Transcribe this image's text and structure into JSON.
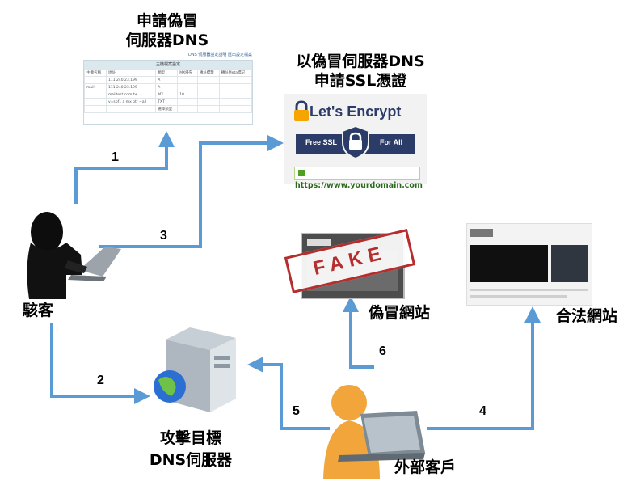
{
  "nodes": {
    "dns_forge_label": "申請偽冒\n伺服器DNS",
    "ssl_label": "以偽冒伺服器DNS\n申請SSL憑證",
    "hacker_label": "駭客",
    "target_dns_label_line1": "攻擊目標",
    "target_dns_label_line2": "DNS伺服器",
    "fake_site_label": "偽冒網站",
    "legit_site_label": "合法網站",
    "client_label": "外部客戶"
  },
  "steps": [
    "1",
    "2",
    "3",
    "4",
    "5",
    "6"
  ],
  "dns_panel": {
    "header": "主機檔案設定",
    "links": "DNS 伺服器設定說明   匯出設定檔案",
    "columns": [
      "主機名稱",
      "地址",
      "類型",
      "MX優先",
      "轉址標籤",
      "轉址Meta標記"
    ],
    "rows": [
      [
        "",
        "111.240.23.199",
        "A",
        "",
        "",
        ""
      ],
      [
        "mail",
        "111.240.23.199",
        "A",
        "",
        "",
        ""
      ],
      [
        "",
        "mailtest.com.tw.",
        "MX",
        "10",
        "",
        ""
      ],
      [
        "",
        "v=spf1 a mx ptr ~all",
        "TXT",
        "",
        "",
        ""
      ],
      [
        "",
        "",
        "選擇類型",
        "",
        "",
        ""
      ]
    ]
  },
  "letsencrypt": {
    "title": "Let's Encrypt",
    "left_band": "Free SSL",
    "right_band": "For All",
    "url": "https://www.yourdomain.com"
  },
  "fake_stamp": "FAKE",
  "colors": {
    "arrow": "#5b9bd5",
    "client_orange": "#f0a43a",
    "le_navy": "#2c3c69"
  }
}
